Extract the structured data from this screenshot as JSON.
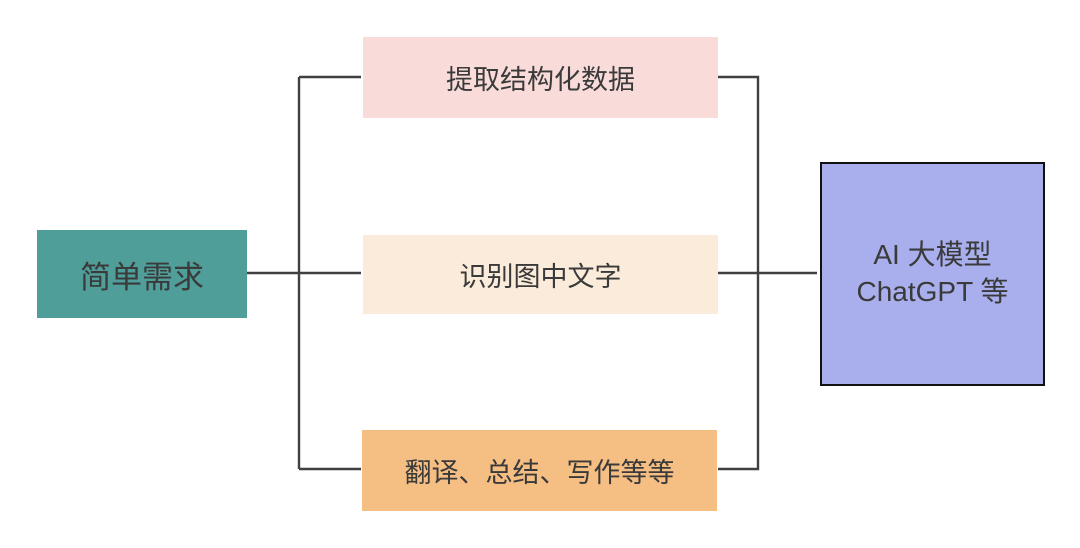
{
  "diagram": {
    "background": "#FFFFFF",
    "text_color": "#3A3A3A",
    "connector_color": "#404040",
    "nodes": {
      "input": {
        "label": "简单需求",
        "bg": "#4F9E99"
      },
      "task_extract": {
        "label": "提取结构化数据",
        "bg": "#F9DCDA"
      },
      "task_ocr": {
        "label": "识别图中文字",
        "bg": "#FAEBDA"
      },
      "task_write": {
        "label": "翻译、总结、写作等等",
        "bg": "#F5BE82"
      },
      "model": {
        "label_line1": "AI 大模型",
        "label_line2": "ChatGPT 等",
        "bg": "#A9AFEC",
        "border_color": "#111111"
      }
    }
  }
}
